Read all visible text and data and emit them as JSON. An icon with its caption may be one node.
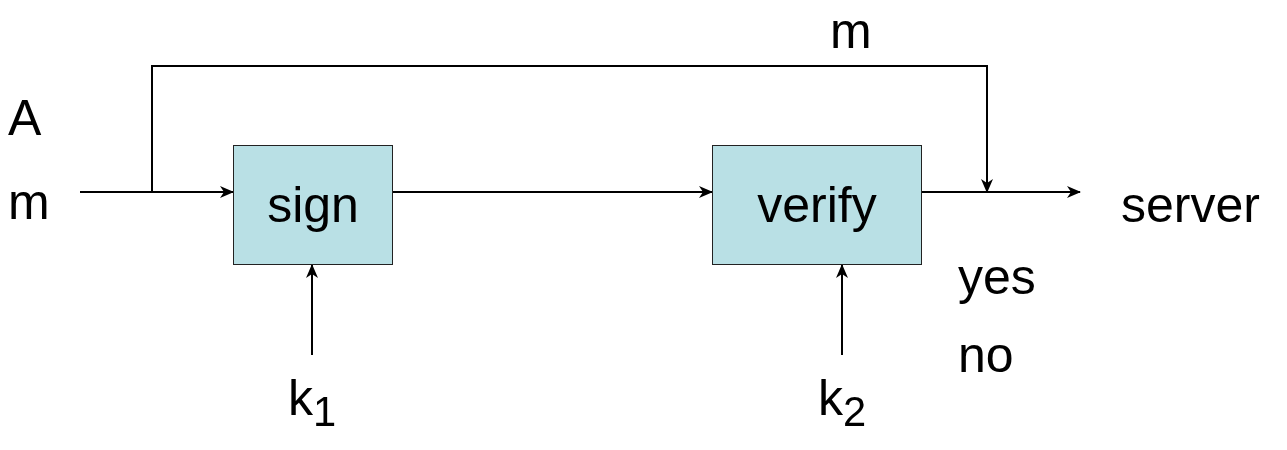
{
  "diagram": {
    "nodes": [
      {
        "text": [
          "A",
          "m"
        ]
      },
      {
        "text": [
          "sign"
        ]
      },
      {
        "text": [
          "verify"
        ]
      },
      {
        "text": [
          "k$_{1}$"
        ]
      },
      {
        "text": [
          "k$_{2}$"
        ]
      },
      {
        "text": [
          "server"
        ]
      }
    ],
    "edges": [
      {
        "from": 0,
        "to": 1,
        "arrow": "to"
      },
      {
        "from": 1,
        "to": 2,
        "arrow": "to"
      },
      {
        "from": 2,
        "to": 5,
        "arrow": "to"
      },
      {
        "from": 3,
        "to": 1,
        "arrow": "to"
      },
      {
        "from": 4,
        "to": 2,
        "arrow": "to"
      },
      {
        "from": 0,
        "to": null,
        "arrow": "to",
        "label": "m"
      }
    ],
    "labels": [
      "yes",
      "no"
    ]
  }
}
